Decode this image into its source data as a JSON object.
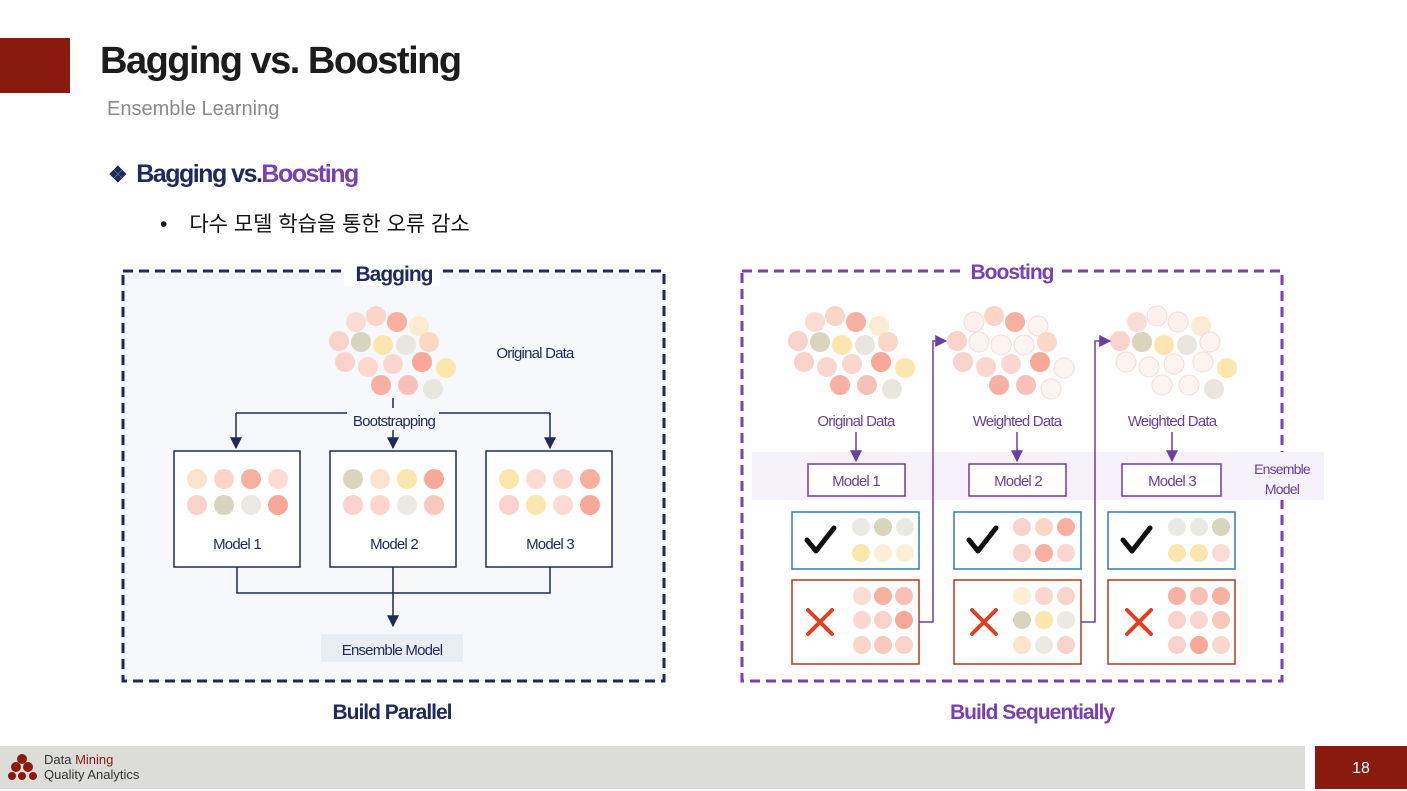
{
  "header": {
    "title": "Bagging vs. Boosting",
    "subtitle": "Ensemble Learning"
  },
  "section": {
    "heading_part1": "Bagging vs.",
    "heading_part2": "Boosting",
    "bullet": "다수 모델 학습을 통한 오류 감소"
  },
  "bagging": {
    "title": "Bagging",
    "original_data": "Original Data",
    "bootstrapping": "Bootstrapping",
    "models": [
      "Model 1",
      "Model 2",
      "Model 3"
    ],
    "ensemble": "Ensemble Model",
    "caption": "Build Parallel"
  },
  "boosting": {
    "title": "Boosting",
    "data_labels": [
      "Original Data",
      "Weighted Data",
      "Weighted Data"
    ],
    "models": [
      "Model 1",
      "Model 2",
      "Model 3"
    ],
    "ensemble_line1": "Ensemble",
    "ensemble_line2": "Model",
    "caption": "Build Sequentially"
  },
  "footer": {
    "logo_line1_a": "Data ",
    "logo_line1_b": "Mining",
    "logo_line2": "Quality Analytics",
    "page_number": "18"
  },
  "colors": {
    "accent_red": "#8b1a0e",
    "navy": "#1f2a5c",
    "purple": "#7a3fb0",
    "footer_gray": "#dcdcd8"
  },
  "icons": [
    "diamond-bullet-icon",
    "check-icon",
    "cross-icon",
    "logo-icon"
  ]
}
